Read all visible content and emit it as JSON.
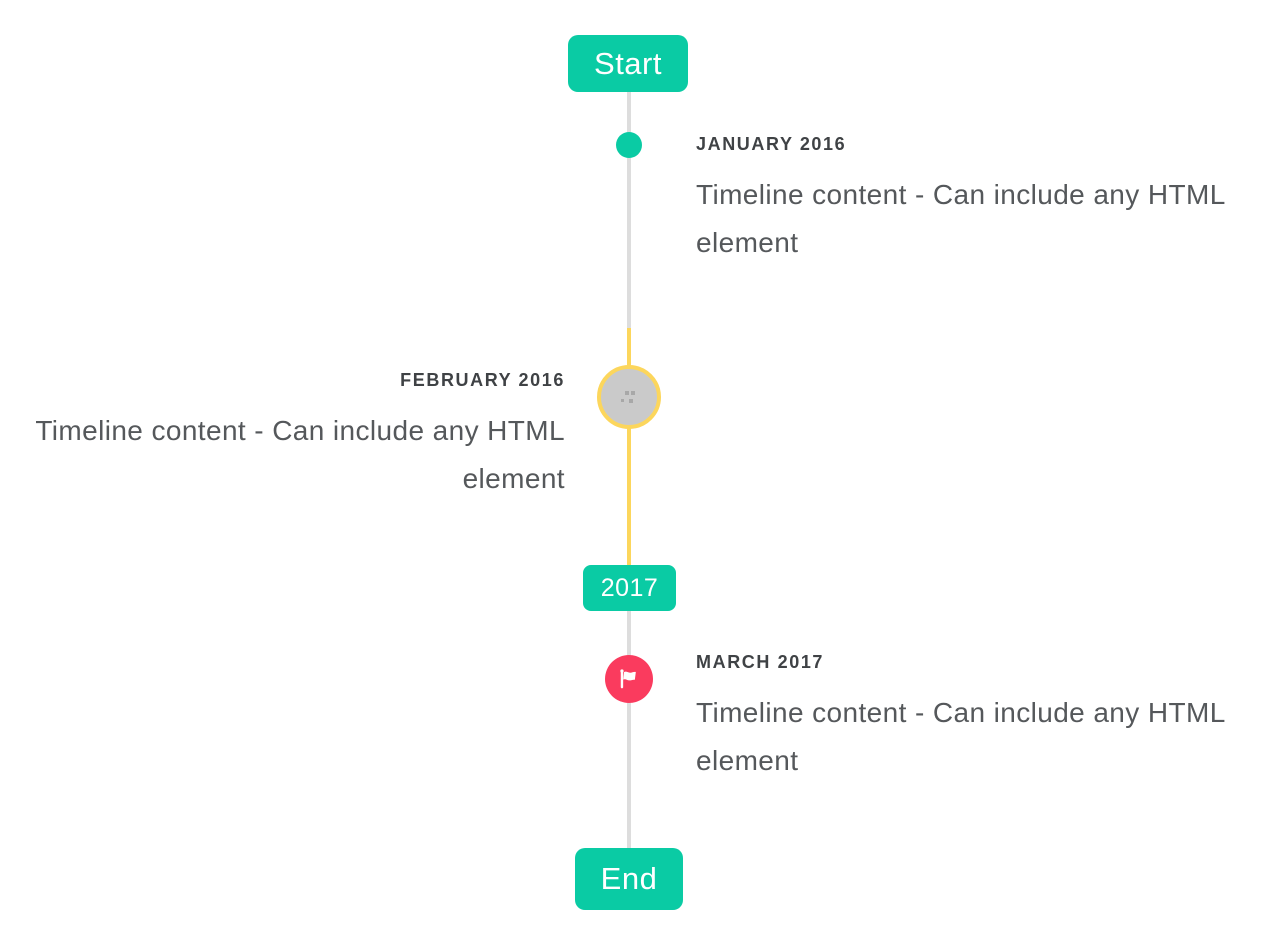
{
  "timeline": {
    "start_label": "Start",
    "end_label": "End",
    "year_badge": "2017",
    "items": [
      {
        "date": "JANUARY 2016",
        "content": "Timeline content - Can include any HTML element",
        "side": "right",
        "marker": "dot"
      },
      {
        "date": "FEBRUARY 2016",
        "content": "Timeline content - Can include any HTML element",
        "side": "left",
        "marker": "broken-image-circle"
      },
      {
        "date": "MARCH 2017",
        "content": "Timeline content - Can include any HTML element",
        "side": "right",
        "marker": "flag"
      }
    ],
    "icons": {
      "flag": "flag-icon",
      "broken_image": "broken-image-icon"
    },
    "colors": {
      "accent_teal": "#0acba4",
      "highlight_yellow": "#fcd65c",
      "marker_gray_fill": "#cacaca",
      "flag_red": "#fa3b5e",
      "line_gray": "#dddddd",
      "title_text": "#3f4245",
      "body_text": "#55585b"
    }
  }
}
